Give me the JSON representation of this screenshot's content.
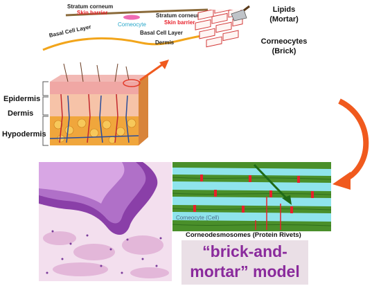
{
  "top_diagram": {
    "stratum_corneum_left": "Stratum corneum",
    "skin_barrier_left": "Skin barrier",
    "corneocyte": "Corneocyte",
    "stratum_corneum_right": "Stratum corneum",
    "skin_barrier_right": "Skin barrier",
    "basal_cell_left": "Basal Cell Layer",
    "basal_cell_right": "Basal Cell Layer",
    "dermis": "Dermis"
  },
  "legend": {
    "lipids_line1": "Lipids",
    "lipids_line2": "(Mortar)",
    "corneocytes_line1": "Corneocytes",
    "corneocytes_line2": "(Brick)"
  },
  "skin_layers": {
    "epidermis": "Epidermis",
    "dermis": "Dermis",
    "hypodermis": "Hypodermis"
  },
  "micro_diagram": {
    "corneocyte_cell": "Corneocyte (Cell)",
    "caption": "Corneodesmosomes (Protein Rivets)"
  },
  "model": {
    "line1": "“brick-and-",
    "line2": "mortar” model"
  },
  "colors": {
    "barrier_line": "#8a6a3a",
    "basal_line": "#f2a51b",
    "arrow": "#f05a1e",
    "model_text": "#8a2a9c",
    "model_bg": "#eadfe6"
  }
}
